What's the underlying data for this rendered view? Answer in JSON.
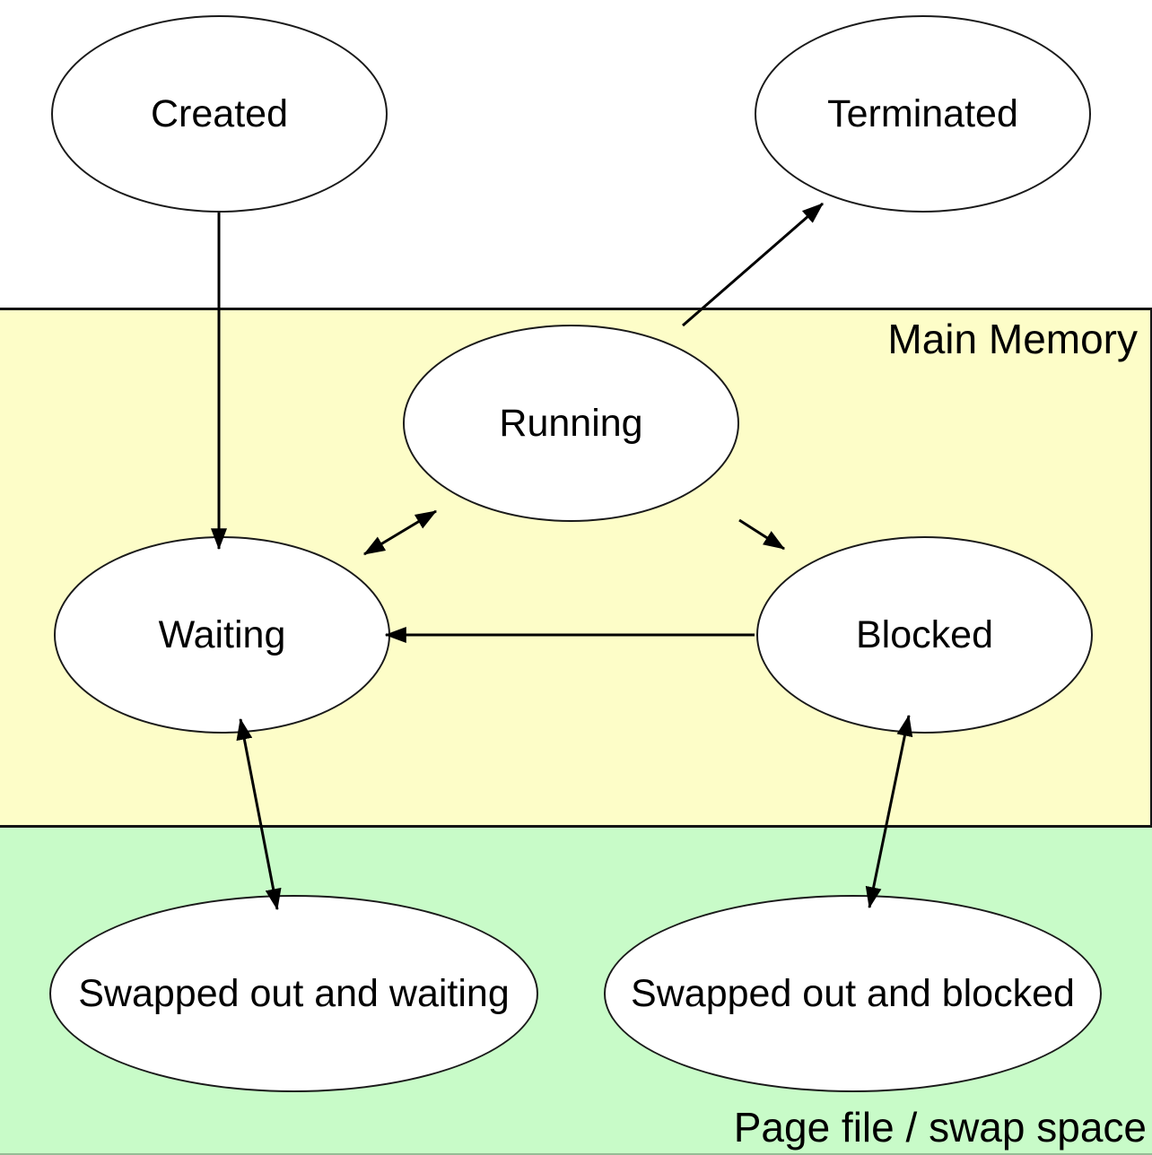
{
  "regions": {
    "main_memory": {
      "label": "Main Memory",
      "color": "#FDFDC8"
    },
    "swap": {
      "label": "Page file / swap space",
      "color": "#C8FBC8"
    }
  },
  "nodes": {
    "created": {
      "label": "Created"
    },
    "terminated": {
      "label": "Terminated"
    },
    "running": {
      "label": "Running"
    },
    "waiting": {
      "label": "Waiting"
    },
    "blocked": {
      "label": "Blocked"
    },
    "swapped_waiting": {
      "label": "Swapped out and waiting"
    },
    "swapped_blocked": {
      "label": "Swapped out and blocked"
    }
  },
  "edges": [
    {
      "from": "created",
      "to": "waiting",
      "arrow": "single"
    },
    {
      "from": "running",
      "to": "terminated",
      "arrow": "single"
    },
    {
      "from": "running",
      "to": "waiting",
      "arrow": "double"
    },
    {
      "from": "running",
      "to": "blocked",
      "arrow": "single"
    },
    {
      "from": "blocked",
      "to": "waiting",
      "arrow": "single"
    },
    {
      "from": "waiting",
      "to": "swapped_waiting",
      "arrow": "double"
    },
    {
      "from": "blocked",
      "to": "swapped_blocked",
      "arrow": "double"
    }
  ],
  "colors": {
    "background": "#FFFFFF",
    "node_fill": "#FFFFFF",
    "line": "#000000"
  }
}
